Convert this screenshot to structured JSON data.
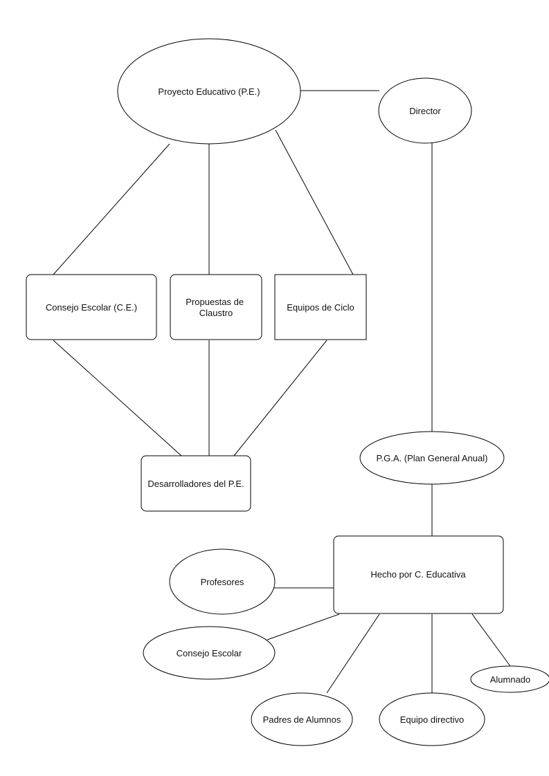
{
  "diagram": {
    "nodes": {
      "proyecto_educativo": {
        "lines": [
          "Proyecto Educativo (P.E.)"
        ]
      },
      "director": {
        "lines": [
          "Director"
        ]
      },
      "consejo_escolar_ce": {
        "lines": [
          "Consejo Escolar (C.E.)"
        ]
      },
      "propuestas_claustro": {
        "lines": [
          "Propuestas de",
          "Claustro"
        ]
      },
      "equipos_ciclo": {
        "lines": [
          "Equipos de Ciclo"
        ]
      },
      "desarrolladores": {
        "lines": [
          "Desarrolladores del P.E."
        ]
      },
      "pga": {
        "lines": [
          "P.G.A. (Plan General Anual)"
        ]
      },
      "hecho_por": {
        "lines": [
          "Hecho por C. Educativa"
        ]
      },
      "profesores": {
        "lines": [
          "Profesores"
        ]
      },
      "consejo_escolar": {
        "lines": [
          "Consejo Escolar"
        ]
      },
      "padres_alumnos": {
        "lines": [
          "Padres de Alumnos"
        ]
      },
      "equipo_directivo": {
        "lines": [
          "Equipo directivo"
        ]
      },
      "alumnado": {
        "lines": [
          "Alumnado"
        ]
      }
    },
    "edges": [
      {
        "from": "proyecto_educativo",
        "to": "director"
      },
      {
        "from": "proyecto_educativo",
        "to": "consejo_escolar_ce"
      },
      {
        "from": "proyecto_educativo",
        "to": "propuestas_claustro"
      },
      {
        "from": "proyecto_educativo",
        "to": "equipos_ciclo"
      },
      {
        "from": "consejo_escolar_ce",
        "to": "desarrolladores"
      },
      {
        "from": "propuestas_claustro",
        "to": "desarrolladores"
      },
      {
        "from": "equipos_ciclo",
        "to": "desarrolladores"
      },
      {
        "from": "director",
        "to": "pga"
      },
      {
        "from": "pga",
        "to": "hecho_por"
      },
      {
        "from": "hecho_por",
        "to": "profesores"
      },
      {
        "from": "hecho_por",
        "to": "consejo_escolar"
      },
      {
        "from": "hecho_por",
        "to": "padres_alumnos"
      },
      {
        "from": "hecho_por",
        "to": "equipo_directivo"
      },
      {
        "from": "hecho_por",
        "to": "alumnado"
      }
    ]
  }
}
